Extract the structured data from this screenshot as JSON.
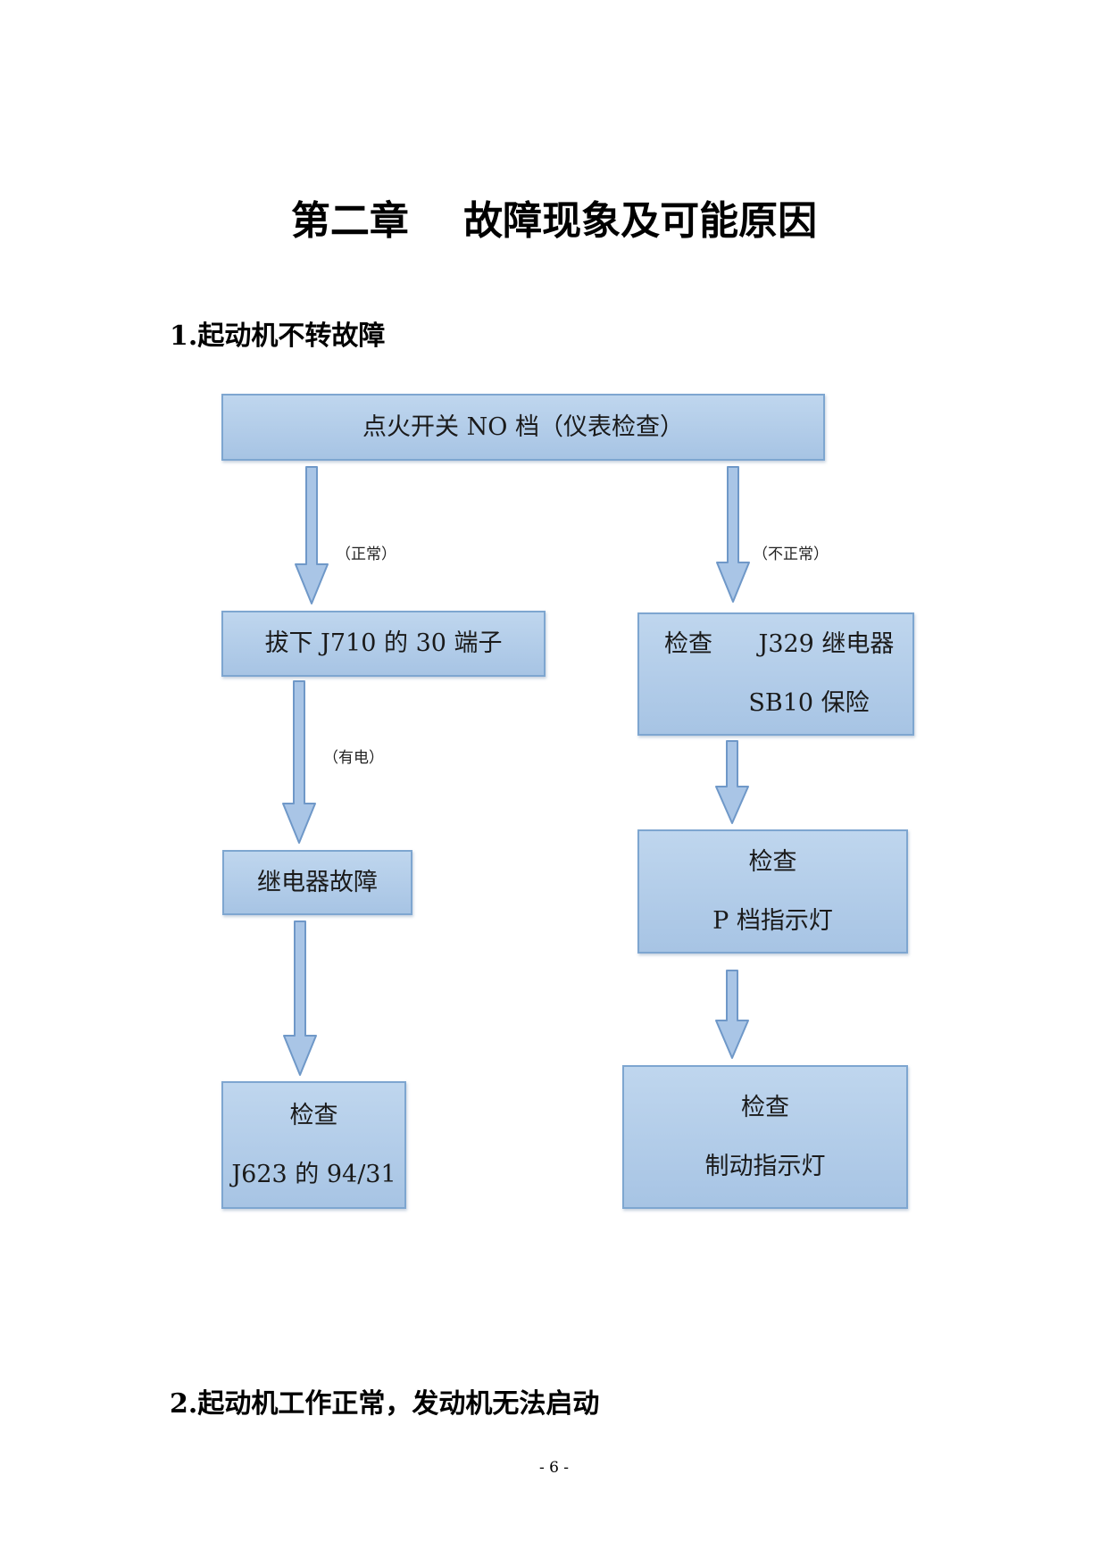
{
  "chapter_title": "第二章    故障现象及可能原因",
  "section1_heading": "1.起动机不转故障",
  "flowchart": {
    "top_box": "点火开关 NO 档（仪表检查）",
    "left_label_normal": "（正常）",
    "right_label_abnormal": "（不正常）",
    "left_box1": "拔下 J710 的 30 端子",
    "left_label_powered": "（有电）",
    "left_box2": "继电器故障",
    "left_box3": [
      "检查",
      "J623 的 94/31"
    ],
    "right_box1": [
      "检查      J329 继电器",
      "           SB10 保险"
    ],
    "right_box2": [
      "检查",
      "P 档指示灯"
    ],
    "right_box3": [
      "检查",
      "制动指示灯"
    ]
  },
  "section2_heading": "2.起动机工作正常，发动机无法启动",
  "page_number": "- 6 -",
  "colors": {
    "box_fill_top": "#bfd6ee",
    "box_fill_bottom": "#a7c4e4",
    "box_border": "#7ea6d0",
    "arrow_fill": "#a9c5e6",
    "arrow_stroke": "#6f98c8"
  }
}
